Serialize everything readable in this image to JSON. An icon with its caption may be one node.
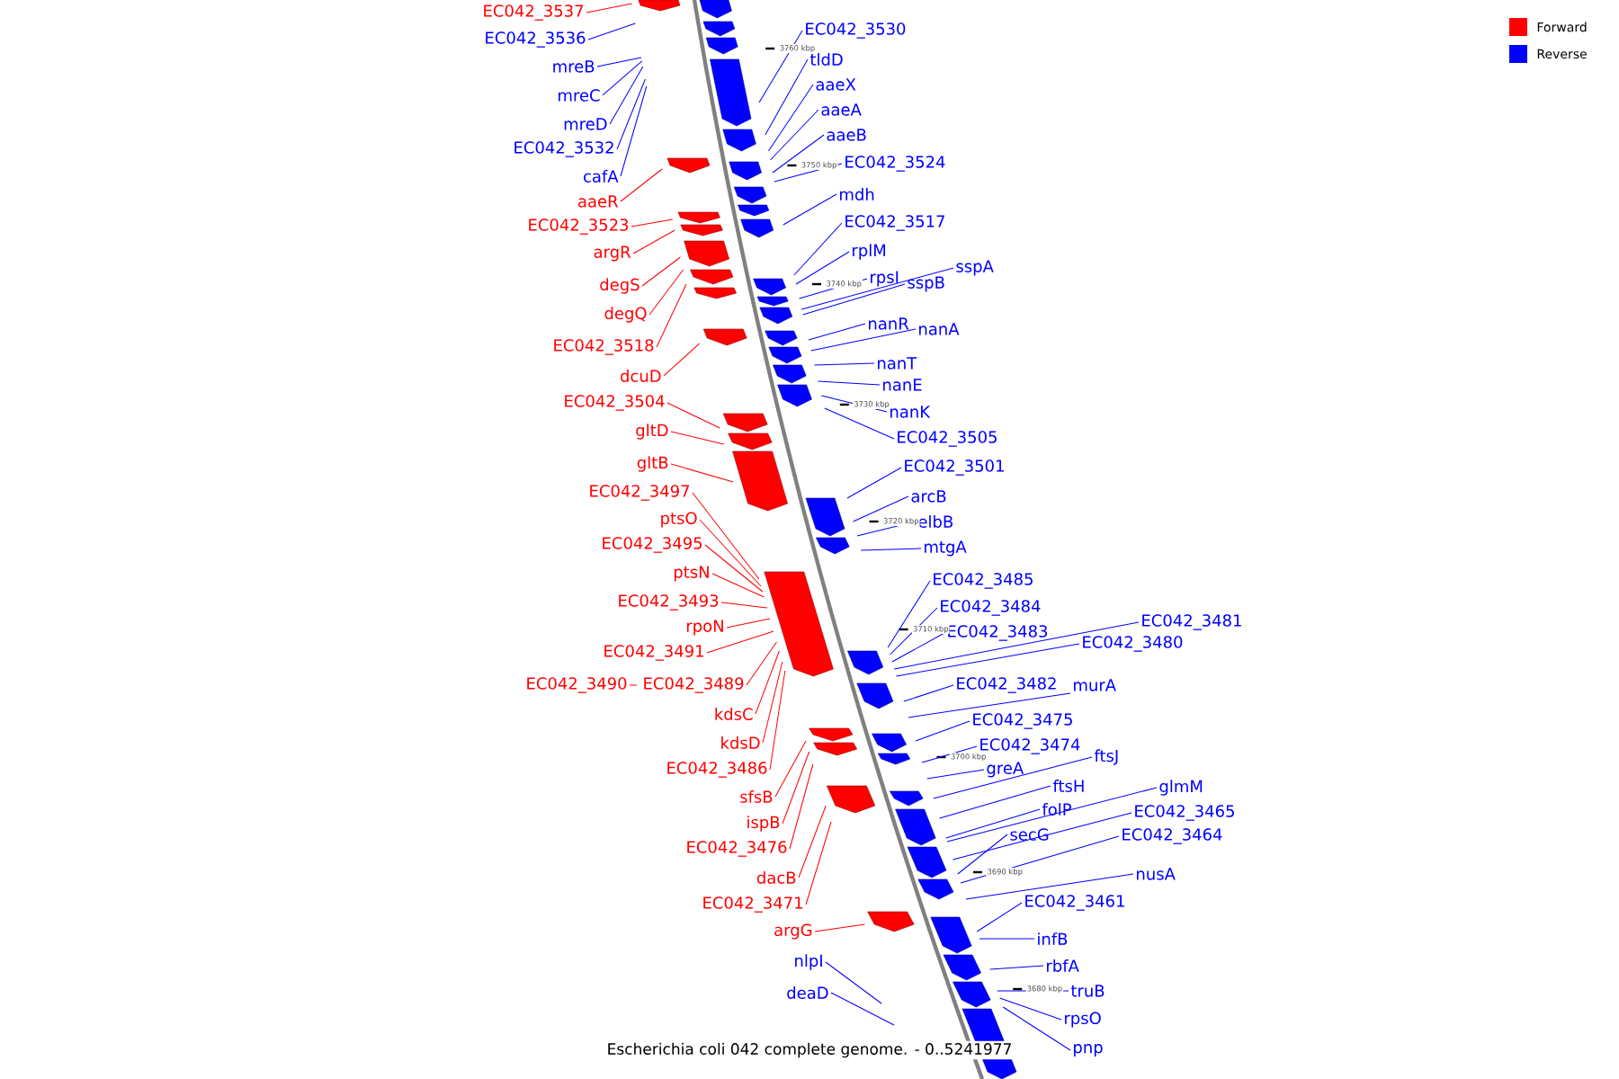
{
  "diagram": {
    "caption": "Escherichia coli 042 complete genome. - 0..5241977",
    "nodes": [
      {
        "text": [
          "EC042_3537"
        ]
      },
      {
        "text": [
          "EC042_3536"
        ]
      },
      {
        "text": [
          "mreB"
        ]
      },
      {
        "text": [
          "mreC"
        ]
      },
      {
        "text": [
          "mreD"
        ]
      },
      {
        "text": [
          "EC042_3532"
        ]
      },
      {
        "text": [
          "cafA"
        ]
      },
      {
        "text": [
          "aaeR"
        ]
      },
      {
        "text": [
          "EC042_3523"
        ]
      },
      {
        "text": [
          "argR"
        ]
      },
      {
        "text": [
          "degS"
        ]
      },
      {
        "text": [
          "degQ"
        ]
      },
      {
        "text": [
          "EC042_3518"
        ]
      },
      {
        "text": [
          "dcuD"
        ]
      },
      {
        "text": [
          "EC042_3504"
        ]
      },
      {
        "text": [
          "gltD"
        ]
      },
      {
        "text": [
          "gltB"
        ]
      },
      {
        "text": [
          "EC042_3497"
        ]
      },
      {
        "text": [
          "ptsO"
        ]
      },
      {
        "text": [
          "EC042_3495"
        ]
      },
      {
        "text": [
          "ptsN"
        ]
      },
      {
        "text": [
          "EC042_3493"
        ]
      },
      {
        "text": [
          "rpoN"
        ]
      },
      {
        "text": [
          "EC042_3491"
        ]
      },
      {
        "text": [
          "EC042_3490"
        ]
      },
      {
        "text": [
          "EC042_3489"
        ]
      },
      {
        "text": [
          "kdsC"
        ]
      },
      {
        "text": [
          "kdsD"
        ]
      },
      {
        "text": [
          "EC042_3486"
        ]
      },
      {
        "text": [
          "sfsB"
        ]
      },
      {
        "text": [
          "ispB"
        ]
      },
      {
        "text": [
          "EC042_3476"
        ]
      },
      {
        "text": [
          "dacB"
        ]
      },
      {
        "text": [
          "EC042_3471"
        ]
      },
      {
        "text": [
          "argG"
        ]
      },
      {
        "text": [
          "nlpI"
        ]
      },
      {
        "text": [
          "deaD"
        ]
      },
      {
        "text": [
          "EC042_3530"
        ]
      },
      {
        "text": [
          "tldD"
        ]
      },
      {
        "text": [
          "aaeX"
        ]
      },
      {
        "text": [
          "aaeA"
        ]
      },
      {
        "text": [
          "aaeB"
        ]
      },
      {
        "text": [
          "EC042_3524"
        ]
      },
      {
        "text": [
          "mdh"
        ]
      },
      {
        "text": [
          "EC042_3517"
        ]
      },
      {
        "text": [
          "rplM"
        ]
      },
      {
        "text": [
          "rpsI"
        ]
      },
      {
        "text": [
          "sspA"
        ]
      },
      {
        "text": [
          "sspB"
        ]
      },
      {
        "text": [
          "nanR"
        ]
      },
      {
        "text": [
          "nanA"
        ]
      },
      {
        "text": [
          "nanT"
        ]
      },
      {
        "text": [
          "nanE"
        ]
      },
      {
        "text": [
          "nanK"
        ]
      },
      {
        "text": [
          "EC042_3505"
        ]
      },
      {
        "text": [
          "EC042_3501"
        ]
      },
      {
        "text": [
          "arcB"
        ]
      },
      {
        "text": [
          "elbB"
        ]
      },
      {
        "text": [
          "mtgA"
        ]
      },
      {
        "text": [
          "EC042_3485"
        ]
      },
      {
        "text": [
          "EC042_3484"
        ]
      },
      {
        "text": [
          "EC042_3483"
        ]
      },
      {
        "text": [
          "EC042_3482"
        ]
      },
      {
        "text": [
          "EC042_3481"
        ]
      },
      {
        "text": [
          "EC042_3480"
        ]
      },
      {
        "text": [
          "murA"
        ]
      },
      {
        "text": [
          "EC042_3475"
        ]
      },
      {
        "text": [
          "EC042_3474"
        ]
      },
      {
        "text": [
          "greA"
        ]
      },
      {
        "text": [
          "ftsJ"
        ]
      },
      {
        "text": [
          "ftsH"
        ]
      },
      {
        "text": [
          "folP"
        ]
      },
      {
        "text": [
          "glmM"
        ]
      },
      {
        "text": [
          "EC042_3465"
        ]
      },
      {
        "text": [
          "secG"
        ]
      },
      {
        "text": [
          "EC042_3464"
        ]
      },
      {
        "text": [
          "nusA"
        ]
      },
      {
        "text": [
          "EC042_3461"
        ]
      },
      {
        "text": [
          "infB"
        ]
      },
      {
        "text": [
          "rbfA"
        ]
      },
      {
        "text": [
          "truB"
        ]
      },
      {
        "text": [
          "rpsO"
        ]
      },
      {
        "text": [
          "pnp"
        ]
      }
    ],
    "edges": [
      {
        "from": 0,
        "to": null,
        "arrow": "none",
        "color": "#ff0000"
      },
      {
        "from": 1,
        "to": null,
        "arrow": "none"
      },
      {
        "from": 2,
        "to": null,
        "arrow": "none"
      },
      {
        "from": 3,
        "to": null,
        "arrow": "none"
      },
      {
        "from": 4,
        "to": null,
        "arrow": "none"
      },
      {
        "from": 5,
        "to": null,
        "arrow": "none"
      },
      {
        "from": 6,
        "to": null,
        "arrow": "none"
      },
      {
        "from": 7,
        "to": null,
        "arrow": "none",
        "color": "#ff0000"
      },
      {
        "from": 8,
        "to": null,
        "arrow": "none",
        "color": "#ff0000"
      },
      {
        "from": 9,
        "to": null,
        "arrow": "none",
        "color": "#ff0000"
      },
      {
        "from": 10,
        "to": null,
        "arrow": "none",
        "color": "#ff0000"
      },
      {
        "from": 11,
        "to": null,
        "arrow": "none",
        "color": "#ff0000"
      },
      {
        "from": 12,
        "to": null,
        "arrow": "none",
        "color": "#ff0000"
      },
      {
        "from": 13,
        "to": null,
        "arrow": "none",
        "color": "#ff0000"
      },
      {
        "from": 14,
        "to": null,
        "arrow": "none",
        "color": "#ff0000"
      },
      {
        "from": 15,
        "to": null,
        "arrow": "none",
        "color": "#ff0000"
      },
      {
        "from": 16,
        "to": null,
        "arrow": "none",
        "color": "#ff0000"
      },
      {
        "from": 17,
        "to": null,
        "arrow": "none",
        "color": "#ff0000"
      },
      {
        "from": 18,
        "to": null,
        "arrow": "none",
        "color": "#ff0000"
      },
      {
        "from": 19,
        "to": null,
        "arrow": "none",
        "color": "#ff0000"
      },
      {
        "from": 20,
        "to": null,
        "arrow": "none",
        "color": "#ff0000"
      },
      {
        "from": 21,
        "to": null,
        "arrow": "none",
        "color": "#ff0000"
      },
      {
        "from": 22,
        "to": null,
        "arrow": "none",
        "color": "#ff0000"
      },
      {
        "from": 23,
        "to": null,
        "arrow": "none",
        "color": "#ff0000"
      },
      {
        "from": 24,
        "to": null,
        "arrow": "none",
        "color": "#ff0000"
      },
      {
        "from": 25,
        "to": null,
        "arrow": "none",
        "color": "#ff0000"
      },
      {
        "from": 26,
        "to": null,
        "arrow": "none",
        "color": "#ff0000"
      },
      {
        "from": 27,
        "to": null,
        "arrow": "none",
        "color": "#ff0000"
      },
      {
        "from": 28,
        "to": null,
        "arrow": "none",
        "color": "#ff0000"
      },
      {
        "from": 29,
        "to": null,
        "arrow": "none",
        "color": "#ff0000"
      },
      {
        "from": 30,
        "to": null,
        "arrow": "none",
        "color": "#ff0000"
      },
      {
        "from": 31,
        "to": null,
        "arrow": "none",
        "color": "#ff0000"
      },
      {
        "from": 32,
        "to": null,
        "arrow": "none",
        "color": "#ff0000"
      },
      {
        "from": 33,
        "to": null,
        "arrow": "none",
        "color": "#ff0000"
      },
      {
        "from": 34,
        "to": null,
        "arrow": "none",
        "color": "#ff0000"
      },
      {
        "from": 35,
        "to": null,
        "arrow": "none"
      },
      {
        "from": 36,
        "to": null,
        "arrow": "none"
      },
      {
        "from": 37,
        "to": null,
        "arrow": "none"
      },
      {
        "from": 38,
        "to": null,
        "arrow": "none"
      },
      {
        "from": 39,
        "to": null,
        "arrow": "none"
      },
      {
        "from": 40,
        "to": null,
        "arrow": "none"
      },
      {
        "from": 41,
        "to": null,
        "arrow": "none"
      },
      {
        "from": 42,
        "to": null,
        "arrow": "none"
      },
      {
        "from": 43,
        "to": null,
        "arrow": "none"
      },
      {
        "from": 44,
        "to": null,
        "arrow": "none"
      },
      {
        "from": 45,
        "to": null,
        "arrow": "none"
      },
      {
        "from": 46,
        "to": null,
        "arrow": "none"
      },
      {
        "from": 47,
        "to": null,
        "arrow": "none"
      },
      {
        "from": 48,
        "to": null,
        "arrow": "none"
      },
      {
        "from": 49,
        "to": null,
        "arrow": "none"
      },
      {
        "from": 50,
        "to": null,
        "arrow": "none"
      },
      {
        "from": 51,
        "to": null,
        "arrow": "none"
      },
      {
        "from": 52,
        "to": null,
        "arrow": "none"
      },
      {
        "from": 53,
        "to": null,
        "arrow": "none"
      },
      {
        "from": 54,
        "to": null,
        "arrow": "none"
      },
      {
        "from": 55,
        "to": null,
        "arrow": "none"
      },
      {
        "from": 56,
        "to": null,
        "arrow": "none"
      },
      {
        "from": 57,
        "to": null,
        "arrow": "none"
      },
      {
        "from": 58,
        "to": null,
        "arrow": "none"
      },
      {
        "from": 59,
        "to": null,
        "arrow": "none"
      },
      {
        "from": 60,
        "to": null,
        "arrow": "none"
      },
      {
        "from": 61,
        "to": null,
        "arrow": "none"
      },
      {
        "from": 62,
        "to": null,
        "arrow": "none"
      },
      {
        "from": 63,
        "to": null,
        "arrow": "none"
      },
      {
        "from": 64,
        "to": null,
        "arrow": "none"
      },
      {
        "from": 65,
        "to": null,
        "arrow": "none"
      },
      {
        "from": 66,
        "to": null,
        "arrow": "none"
      },
      {
        "from": 67,
        "to": null,
        "arrow": "none"
      },
      {
        "from": 68,
        "to": null,
        "arrow": "none"
      },
      {
        "from": 69,
        "to": null,
        "arrow": "none"
      },
      {
        "from": 70,
        "to": null,
        "arrow": "none"
      },
      {
        "from": 71,
        "to": null,
        "arrow": "none"
      },
      {
        "from": 72,
        "to": null,
        "arrow": "none"
      },
      {
        "from": 73,
        "to": null,
        "arrow": "none"
      },
      {
        "from": 74,
        "to": null,
        "arrow": "none"
      },
      {
        "from": 75,
        "to": null,
        "arrow": "none"
      },
      {
        "from": 76,
        "to": null,
        "arrow": "none"
      },
      {
        "from": 77,
        "to": null,
        "arrow": "none"
      },
      {
        "from": 78,
        "to": null,
        "arrow": "none"
      },
      {
        "from": 79,
        "to": null,
        "arrow": "none"
      },
      {
        "from": 80,
        "to": null,
        "arrow": "none"
      },
      {
        "from": 81,
        "to": null,
        "arrow": "none"
      },
      {
        "from": 82,
        "to": null,
        "arrow": "none"
      }
    ],
    "labels": [
      "3760 kbp",
      "3750 kbp",
      "3740 kbp",
      "3730 kbp",
      "3720 kbp",
      "3710 kbp",
      "3700 kbp",
      "3690 kbp",
      "3680 kbp"
    ],
    "legend": [
      {
        "text": "Forward",
        "color": "#ff0000"
      },
      {
        "text": "Reverse",
        "color": "#0000ff"
      }
    ]
  }
}
